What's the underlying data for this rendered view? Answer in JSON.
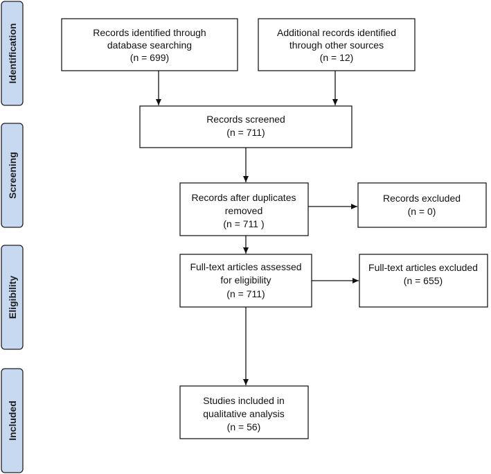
{
  "stages": [
    {
      "id": "identification",
      "label": "Identification"
    },
    {
      "id": "screening",
      "label": "Screening"
    },
    {
      "id": "eligibility",
      "label": "Eligibility"
    },
    {
      "id": "included",
      "label": "Included"
    }
  ],
  "boxes": {
    "database_search": [
      "Records identified through",
      "database searching",
      "(n = 699)"
    ],
    "other_sources": [
      "Additional records identified",
      "through other sources",
      "(n = 12)"
    ],
    "screened": [
      "Records screened",
      "(n = 711)"
    ],
    "after_duplicates": [
      "Records after duplicates",
      "removed",
      "(n = 711 )"
    ],
    "excluded": [
      "Records excluded",
      "(n = 0)"
    ],
    "fulltext_assessed": [
      "Full-text articles assessed",
      "for eligibility",
      "(n = 711)"
    ],
    "fulltext_excluded": [
      "Full-text articles excluded",
      "(n = 655)"
    ],
    "included": [
      "Studies included in",
      "qualitative analysis",
      "(n = 56)"
    ]
  },
  "colors": {
    "stage_fill": "#c6d9f0",
    "stroke": "#1a1a1a"
  }
}
